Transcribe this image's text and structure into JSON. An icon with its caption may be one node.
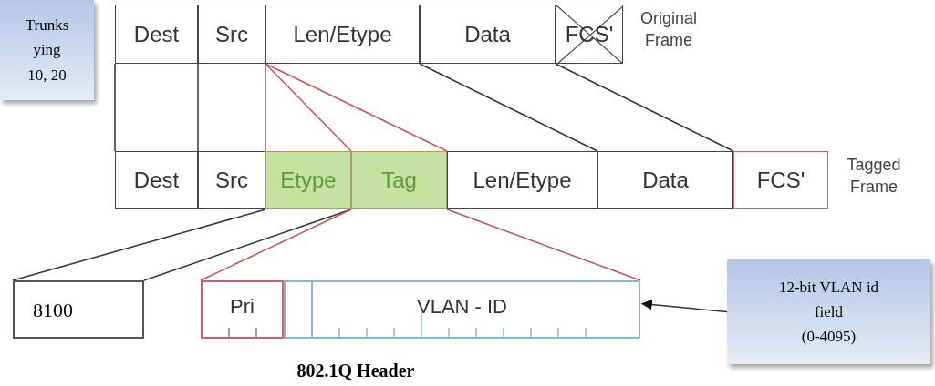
{
  "diagram": {
    "nodes": [
      {
        "text": [
          "Trunks",
          "ying",
          "10, 20"
        ]
      },
      {
        "text": [
          "Dest"
        ]
      },
      {
        "text": [
          "Src"
        ]
      },
      {
        "text": [
          "Len/Etype"
        ]
      },
      {
        "text": [
          "Data"
        ]
      },
      {
        "text": [
          "FCS'"
        ],
        "beside": [
          "Original Frame"
        ]
      },
      {
        "text": [
          "Dest"
        ]
      },
      {
        "text": [
          "Src"
        ]
      },
      {
        "text": [
          "Etype"
        ]
      },
      {
        "text": [
          "Tag"
        ]
      },
      {
        "text": [
          "Len/Etype"
        ]
      },
      {
        "text": [
          "Data"
        ]
      },
      {
        "text": [
          "FCS'"
        ],
        "beside": [
          "Tagged Frame"
        ]
      },
      {
        "text": [
          "8100"
        ]
      },
      {
        "text": [
          "Pri"
        ]
      },
      {
        "text": [
          "VLAN - ID"
        ]
      },
      {
        "text": [
          "12-bit VLAN id",
          "field",
          "(0-4095)"
        ]
      }
    ],
    "edges": [
      {
        "from": 1,
        "to": 6,
        "arrow": "none"
      },
      {
        "from": 2,
        "to": 7,
        "arrow": "none"
      },
      {
        "from": 3,
        "to": 8,
        "arrow": "none",
        "color": "#c9505e"
      },
      {
        "from": 3,
        "to": 8,
        "arrow": "none",
        "color": "#c9505e"
      },
      {
        "from": 3,
        "to": 9,
        "arrow": "none",
        "color": "#c9505e"
      },
      {
        "from": 4,
        "to": 11,
        "arrow": "none"
      },
      {
        "from": 5,
        "to": 11,
        "arrow": "none"
      },
      {
        "from": 8,
        "to": 13,
        "arrow": "none"
      },
      {
        "from": 8,
        "to": 13,
        "arrow": "none"
      },
      {
        "from": 9,
        "to": 14,
        "arrow": "none",
        "color": "#c9505e"
      },
      {
        "from": 9,
        "to": 15,
        "arrow": "none",
        "color": "#c9505e"
      },
      {
        "from": 16,
        "to": 15,
        "arrow": "to"
      }
    ],
    "labels": [
      "802.1Q Header"
    ]
  }
}
